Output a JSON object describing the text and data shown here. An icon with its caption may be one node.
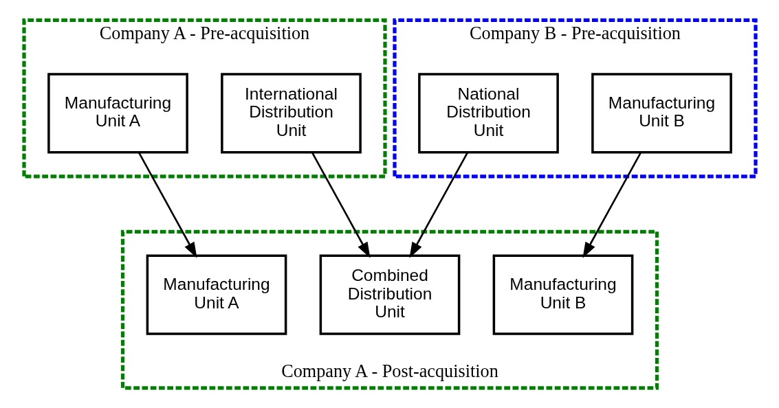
{
  "diagram": {
    "nodes": [
      {
        "text": [
          "Company A - Pre-acquisition"
        ]
      },
      {
        "text": [
          "Manufacturing Unit A"
        ],
        "in": 0
      },
      {
        "text": [
          "International Distribution Unit"
        ],
        "in": 0
      },
      {
        "text": [
          "Company B - Pre-acquisition"
        ]
      },
      {
        "text": [
          "National Distribution Unit"
        ],
        "in": 3
      },
      {
        "text": [
          "Manufacturing Unit B"
        ],
        "in": 3
      },
      {
        "text": [
          "Company A - Post-acquisition"
        ]
      },
      {
        "text": [
          "Manufacturing Unit A"
        ],
        "in": 6
      },
      {
        "text": [
          "Combined Distribution Unit"
        ],
        "in": 6
      },
      {
        "text": [
          "Manufacturing Unit B"
        ],
        "in": 6
      }
    ],
    "edges": [
      {
        "from": 1,
        "to": 7,
        "arrow": "to"
      },
      {
        "from": 2,
        "to": 8,
        "arrow": "to"
      },
      {
        "from": 4,
        "to": 8,
        "arrow": "to"
      },
      {
        "from": 5,
        "to": 9,
        "arrow": "to"
      }
    ]
  }
}
